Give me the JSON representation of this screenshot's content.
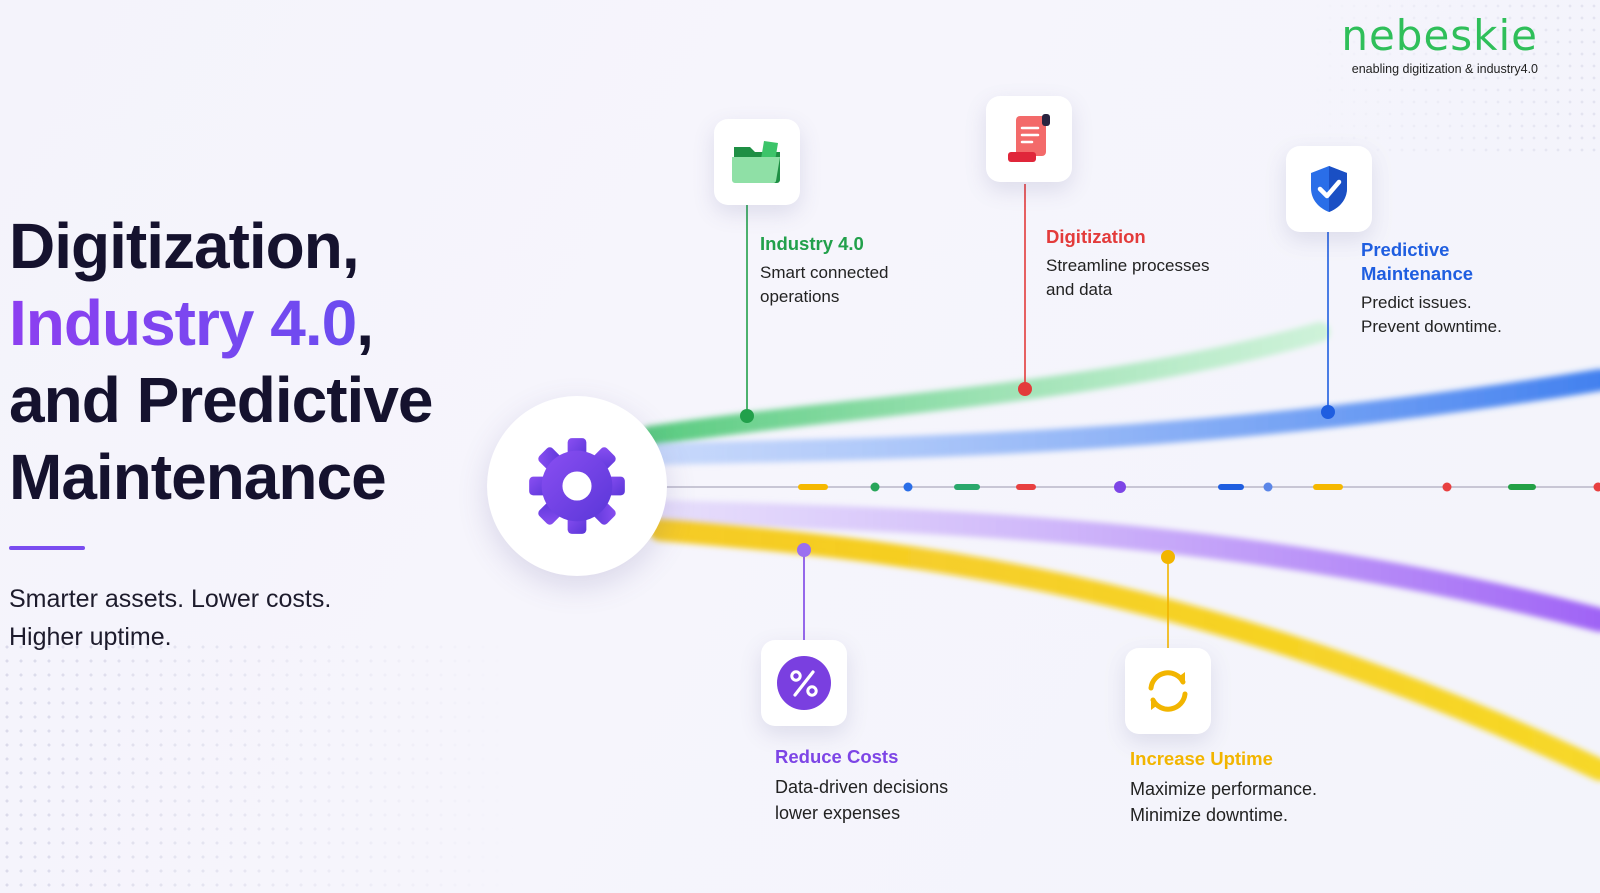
{
  "brand": {
    "logo_text": "nebeskie",
    "tagline": "enabling digitization & industry4.0",
    "color": "#2fbf5a"
  },
  "headline": {
    "line1": "Digitization,",
    "line2_accent": "Industry 4.0",
    "line2_comma": ",",
    "line3": "and Predictive",
    "line4": "Maintenance"
  },
  "subheadline": {
    "line1": "Smarter assets. Lower costs.",
    "line2": "Higher uptime."
  },
  "center_icon": "gear-icon",
  "features": [
    {
      "title": "Industry 4.0",
      "desc1": "Smart connected",
      "desc2": "operations",
      "color": "#22a04b",
      "icon": "folder-icon"
    },
    {
      "title": "Digitization",
      "desc1": "Streamline processes",
      "desc2": "and data",
      "color": "#e33b3b",
      "icon": "document-scroll-icon"
    },
    {
      "title1": "Predictive",
      "title2": "Maintenance",
      "desc1": "Predict issues.",
      "desc2": "Prevent downtime.",
      "color": "#1f5ee0",
      "icon": "shield-check-icon"
    },
    {
      "title": "Reduce Costs",
      "desc1": "Data-driven decisions",
      "desc2": "lower expenses",
      "color": "#7d45e6",
      "icon": "percent-icon"
    },
    {
      "title": "Increase Uptime",
      "desc1": "Maximize performance.",
      "desc2": "Minimize downtime.",
      "color": "#f2b500",
      "icon": "refresh-cycle-icon"
    }
  ],
  "colors": {
    "green": "#3fc46b",
    "red": "#e84040",
    "blue": "#2a6ee8",
    "purple": "#8b50ee",
    "yellow": "#f5c400",
    "dark_text": "#15122e"
  }
}
